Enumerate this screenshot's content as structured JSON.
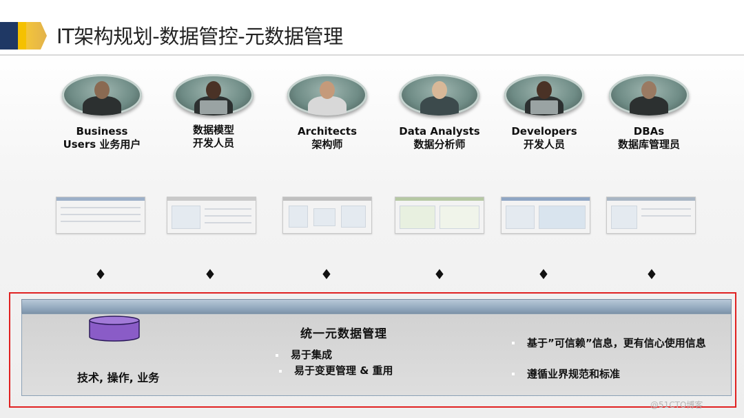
{
  "title": "IT架构规划-数据管控-元数据管理",
  "roles": [
    {
      "line1": "Business",
      "line2": "Users 业务用户"
    },
    {
      "line1": "数据模型",
      "line2": "开发人员"
    },
    {
      "line1": "Architects",
      "line2": "架构师"
    },
    {
      "line1": "Data Analysts",
      "line2": "数据分析师"
    },
    {
      "line1": "Developers",
      "line2": "开发人员"
    },
    {
      "line1": "DBAs",
      "line2": "数据库管理员"
    }
  ],
  "connector_symbol": "♦",
  "metadata_box": {
    "heading": "统一元数据管理",
    "left_label": "技术, 操作, 业务",
    "center_bullets": [
      "易于集成",
      "易于变更管理  & 重用"
    ],
    "right_bullets": [
      "基于”可信赖”信息，更有信心使用信息",
      "遵循业界规范和标准"
    ],
    "db_icon": "database-icon",
    "db_color": "#8a5cc7"
  },
  "watermark": "@51CTO博客",
  "colors": {
    "navy": "#1f3864",
    "gold": "#f5c100",
    "frame_red": "#e02020"
  }
}
